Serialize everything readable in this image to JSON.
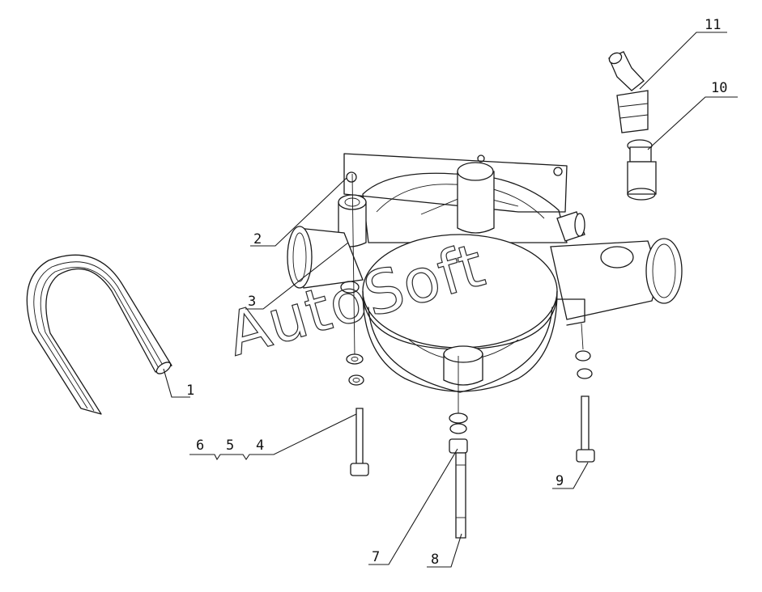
{
  "watermark": "AutoSoft",
  "callouts": [
    {
      "id": "1",
      "label": "1"
    },
    {
      "id": "2",
      "label": "2"
    },
    {
      "id": "3",
      "label": "3"
    },
    {
      "id": "4",
      "label": "4"
    },
    {
      "id": "5",
      "label": "5"
    },
    {
      "id": "6",
      "label": "6"
    },
    {
      "id": "7",
      "label": "7"
    },
    {
      "id": "8",
      "label": "8"
    },
    {
      "id": "9",
      "label": "9"
    },
    {
      "id": "10",
      "label": "10"
    },
    {
      "id": "11",
      "label": "11"
    }
  ],
  "colors": {
    "line": "#1a1a1a",
    "background": "#ffffff"
  }
}
